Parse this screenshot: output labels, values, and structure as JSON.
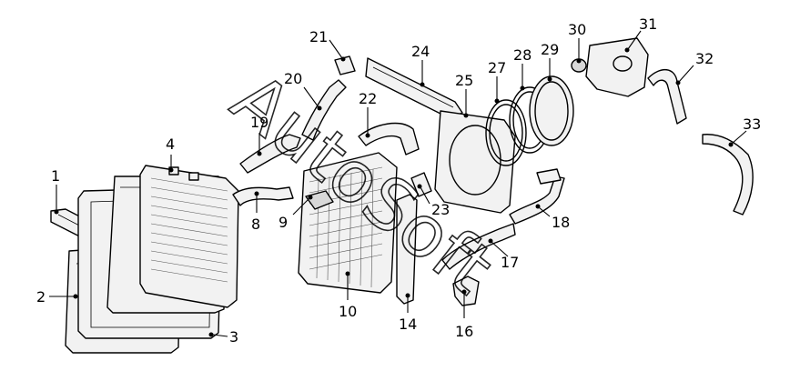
{
  "diagram": {
    "watermark_text": "AutoSoft",
    "callouts": [
      "1",
      "2",
      "3",
      "4",
      "8",
      "9",
      "10",
      "14",
      "16",
      "17",
      "18",
      "19",
      "20",
      "21",
      "22",
      "23",
      "24",
      "25",
      "27",
      "28",
      "29",
      "30",
      "31",
      "32",
      "33"
    ]
  }
}
